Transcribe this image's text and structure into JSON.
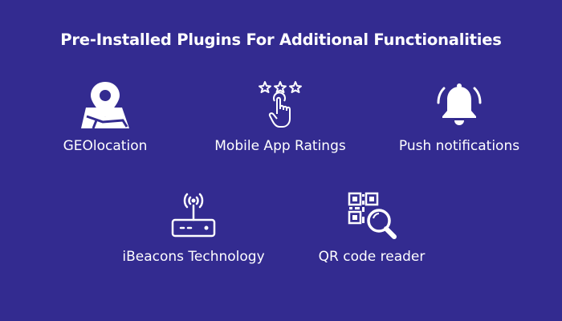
{
  "title": "Pre-Installed Plugins For Additional Functionalities",
  "features": [
    {
      "label": "GEOlocation",
      "icon": "map-pin-icon"
    },
    {
      "label": "Mobile App Ratings",
      "icon": "star-rating-tap-icon"
    },
    {
      "label": "Push notifications",
      "icon": "bell-icon"
    },
    {
      "label": "iBeacons Technology",
      "icon": "beacon-router-icon"
    },
    {
      "label": "QR code reader",
      "icon": "qr-code-search-icon"
    }
  ],
  "colors": {
    "background": "#332b90",
    "foreground": "#ffffff"
  }
}
